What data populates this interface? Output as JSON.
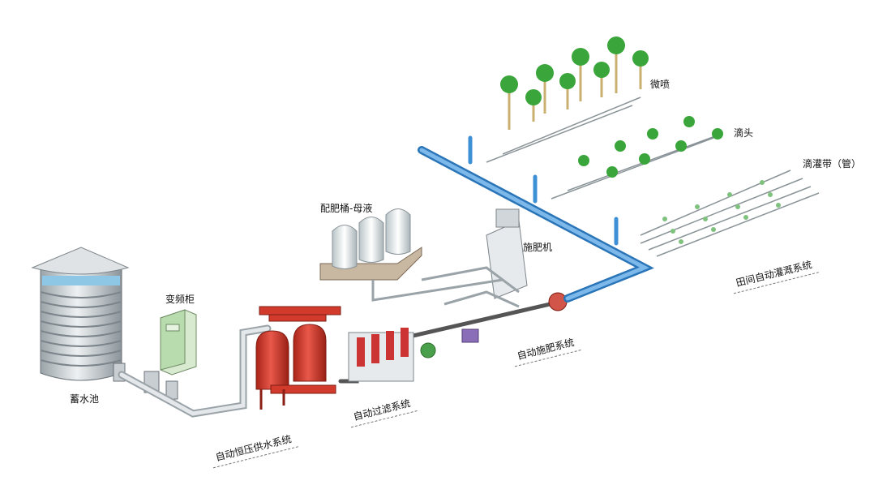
{
  "labels": {
    "reservoir": "蓄水池",
    "vfd_cabinet": "变频柜",
    "fert_tanks": "配肥桶-母液",
    "fertigation_machine": "施肥机",
    "micro_spray": "微喷",
    "dripper": "滴头",
    "drip_tape": "滴灌带（管）"
  },
  "systems": {
    "constant_pressure": "自动恒压供水系统",
    "filtration": "自动过滤系统",
    "fertigation": "自动施肥系统",
    "field_irrigation": "田间自动灌溉系统"
  },
  "colors": {
    "main_pipe": "#cfd6dc",
    "blue_pipe": "#3d8fd6",
    "filter_tank": "#d23b2b",
    "cabinet": "#b9dcae",
    "palm": "#3aa53a"
  }
}
